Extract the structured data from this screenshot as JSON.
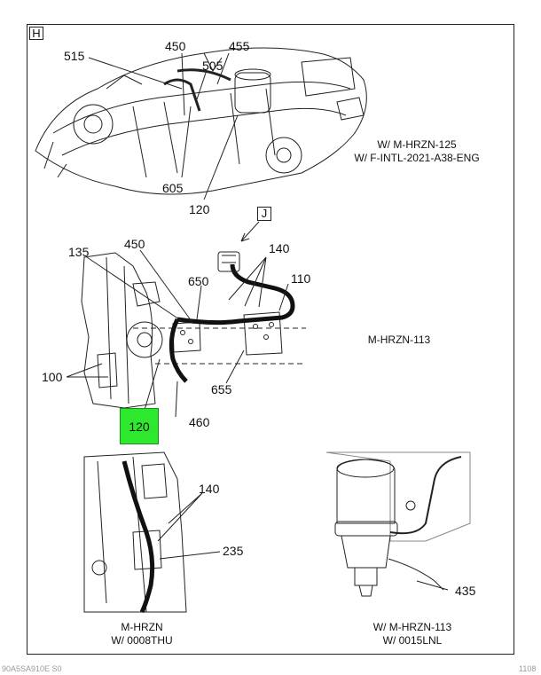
{
  "view_markers": {
    "h": "H",
    "j": "J"
  },
  "top_view": {
    "callouts": [
      "515",
      "450",
      "505",
      "455",
      "605",
      "120"
    ],
    "caption_line1": "W/ M-HRZN-125",
    "caption_line2": "W/ F-INTL-2021-A38-ENG"
  },
  "middle_view": {
    "callouts": [
      "135",
      "450",
      "140",
      "650",
      "110",
      "100",
      "655",
      "460"
    ],
    "highlighted_callout": "120",
    "caption": "M-HRZN-113",
    "highlight_color": "#2ee82e"
  },
  "bottom_left_view": {
    "callouts": [
      "140",
      "235"
    ],
    "caption_line1": "M-HRZN",
    "caption_line2": "W/ 0008THU"
  },
  "bottom_right_view": {
    "callouts": [
      "435"
    ],
    "caption_line1": "W/ M-HRZN-113",
    "caption_line2": "W/ 0015LNL"
  },
  "footer": {
    "left": "90A5SA910E S0",
    "right": "1108"
  }
}
